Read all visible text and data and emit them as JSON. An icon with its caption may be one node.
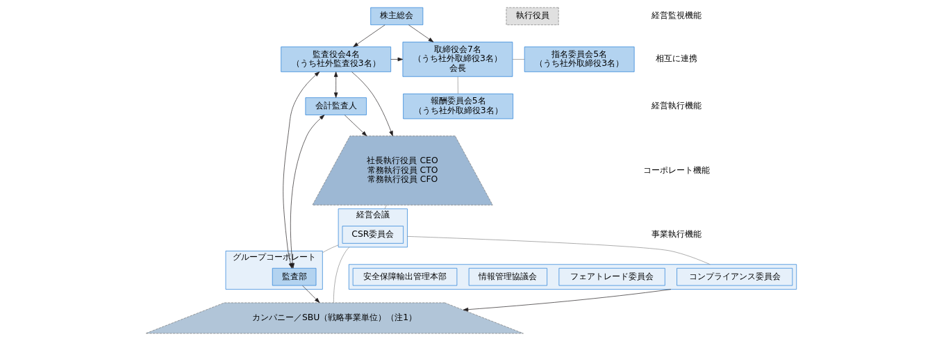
{
  "diagram": {
    "nodes": [
      {
        "text": [
          "株主総会"
        ]
      },
      {
        "text": [
          "監査役会4名",
          "（うち社外監査役3名）"
        ]
      },
      {
        "text": [
          "取締役会7名",
          "（うち社外取締役3名）",
          "会長"
        ]
      },
      {
        "text": [
          "社長執行役員 CEO 常務執行役員 CTO 常務執行役員 CFO"
        ]
      },
      {
        "text": [
          "指名委員会5名",
          "（うち社外取締役3名）"
        ]
      },
      {
        "text": [
          "報酬委員会5名",
          "（うち社外取締役3名）"
        ]
      },
      {
        "text": [
          "会計監査人"
        ]
      },
      {
        "text": [
          "執行役員"
        ]
      },
      {
        "text": [
          "経営会議"
        ]
      },
      {
        "text": [
          "CSR委員会"
        ],
        "in": 8
      },
      {
        "text": [
          "グループコーポレート"
        ]
      },
      {
        "text": [
          "監査部"
        ],
        "in": 10
      },
      {
        "text": [],
        "shape": "box"
      },
      {
        "text": [
          "コンプライアンス委員会"
        ],
        "in": 12
      },
      {
        "text": [
          "フェアトレード委員会"
        ],
        "in": 12
      },
      {
        "text": [
          "情報管理協議会"
        ],
        "in": 12
      },
      {
        "text": [
          "安全保障輸出管理本部"
        ],
        "in": 12
      },
      {
        "text": [
          "カンパニー／SBU（戦略事業単位）（注1）"
        ]
      }
    ],
    "edges": [
      {
        "from": 0,
        "to": 1,
        "arrow": "to"
      },
      {
        "from": 0,
        "to": 2,
        "arrow": "to"
      },
      {
        "from": 1,
        "to": 2,
        "arrow": "to"
      },
      {
        "from": 1,
        "to": 3,
        "arrow": "to"
      },
      {
        "from": 2,
        "to": 4,
        "arrow": "none",
        "color": "#888888"
      },
      {
        "from": 2,
        "to": 5,
        "arrow": "none",
        "color": "#888888"
      },
      {
        "from": 6,
        "to": 3,
        "arrow": "to"
      },
      {
        "from": 1,
        "to": 6,
        "arrow": "both"
      },
      {
        "from": 6,
        "to": 11,
        "arrow": "both"
      },
      {
        "from": 1,
        "to": 11,
        "arrow": "both"
      },
      {
        "from": 3,
        "to": 8,
        "arrow": "none",
        "color": "#888888"
      },
      {
        "from": 8,
        "to": 10,
        "arrow": "none",
        "color": "#888888"
      },
      {
        "from": 8,
        "to": 12,
        "arrow": "none",
        "color": "#888888"
      },
      {
        "from": 8,
        "to": 17,
        "arrow": "none",
        "color": "#888888"
      },
      {
        "from": 11,
        "to": 17,
        "arrow": "to"
      },
      {
        "from": 12,
        "to": 17,
        "arrow": "to"
      }
    ],
    "labels": [
      "経営監視機能",
      "相互に連携",
      "経営執行機能",
      "コーポレート機能",
      "事業執行機能"
    ]
  }
}
